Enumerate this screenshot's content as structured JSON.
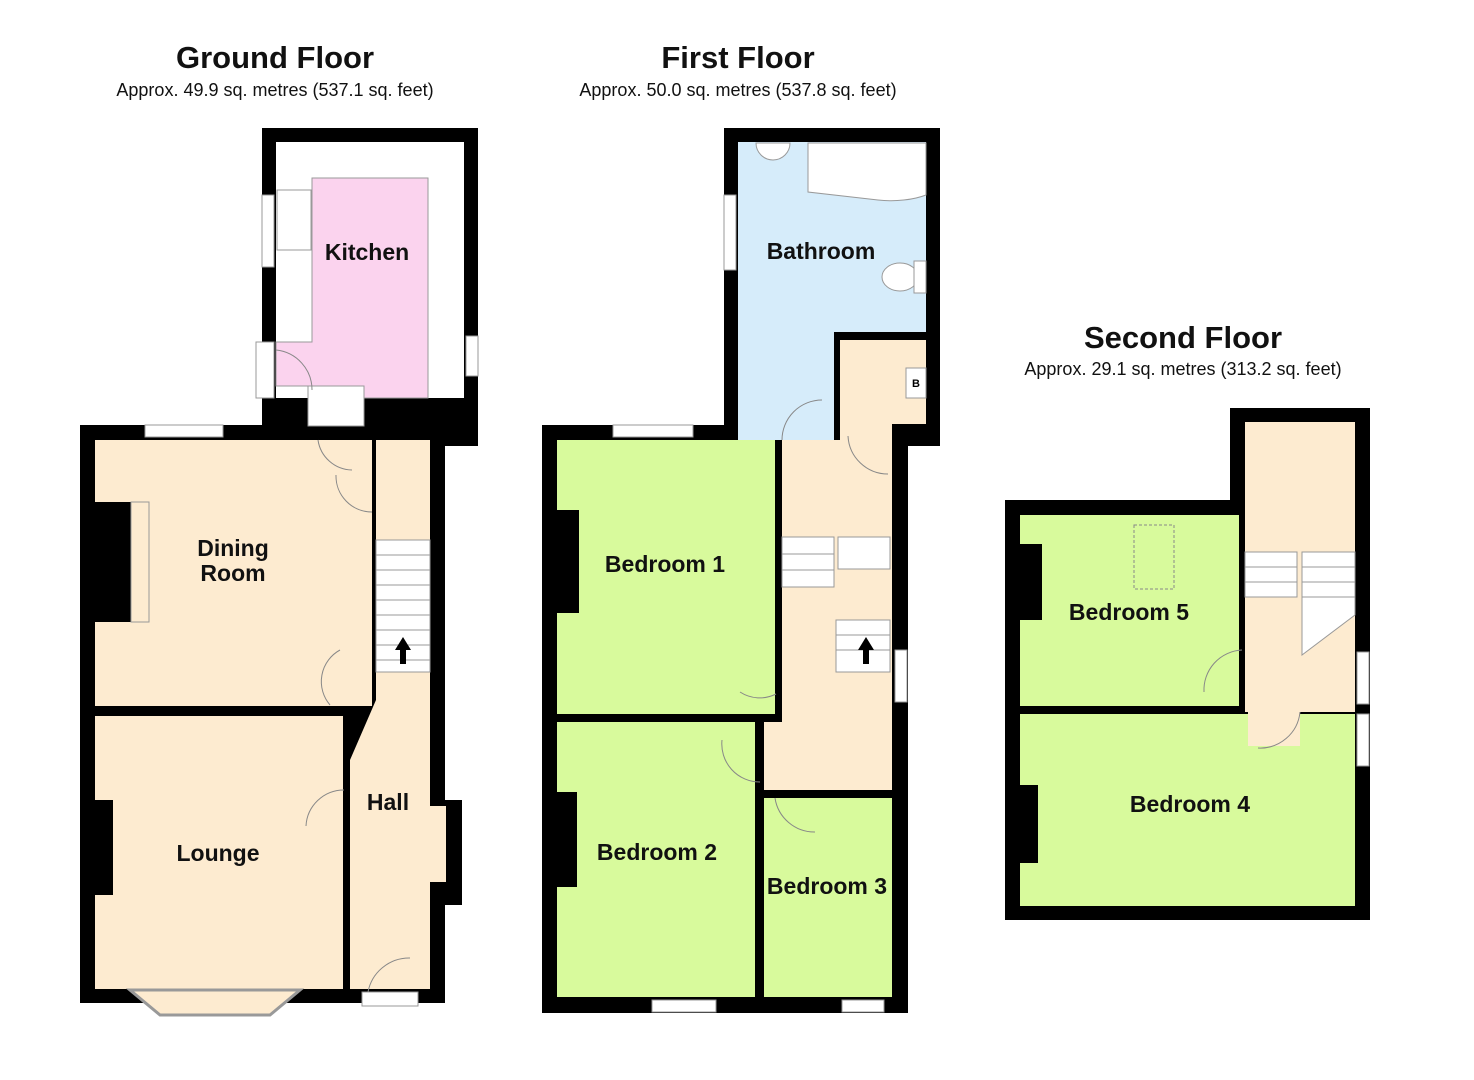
{
  "colors": {
    "wall": "#000000",
    "beige": "#fdebd0",
    "green": "#d8fa9c",
    "blue": "#d6ecfa",
    "pink": "#fbd3ee"
  },
  "floors": [
    {
      "name": "Ground Floor",
      "area": "Approx. 49.9 sq. metres (537.1 sq. feet)",
      "rooms": [
        {
          "label": "Kitchen"
        },
        {
          "label": "Dining"
        },
        {
          "label": "Room"
        },
        {
          "label": "Lounge"
        },
        {
          "label": "Hall"
        }
      ]
    },
    {
      "name": "First Floor",
      "area": "Approx. 50.0 sq. metres (537.8 sq. feet)",
      "rooms": [
        {
          "label": "Bathroom"
        },
        {
          "label": "Bedroom 1"
        },
        {
          "label": "Bedroom 2"
        },
        {
          "label": "Bedroom 3"
        },
        {
          "label": "B"
        }
      ]
    },
    {
      "name": "Second Floor",
      "area": "Approx. 29.1 sq. metres (313.2 sq. feet)",
      "rooms": [
        {
          "label": "Bedroom 5"
        },
        {
          "label": "Bedroom 4"
        }
      ]
    }
  ]
}
